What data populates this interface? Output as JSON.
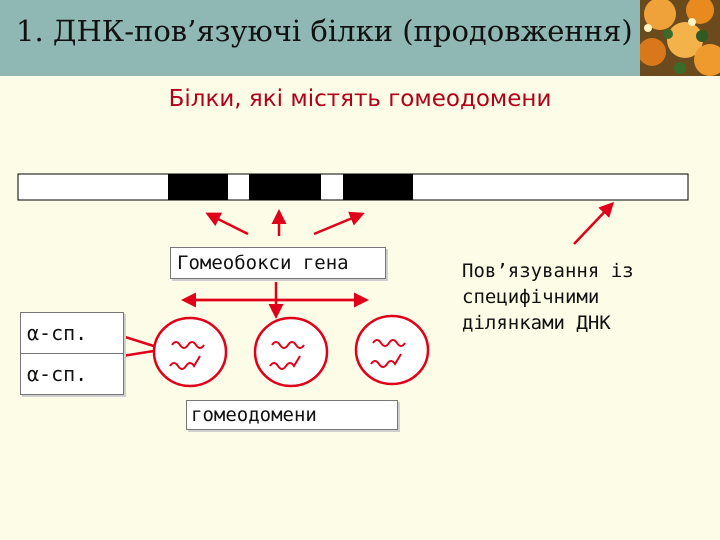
{
  "slide": {
    "title": "1. ДНК-пов’язуючі білки (продовження)",
    "subtitle": "Білки, які містять гомеодомени"
  },
  "labels": {
    "homeobox": "Гомеобокси гена",
    "homeodomains": "гомеодомени",
    "alpha_1": "α-сп.",
    "alpha_2": "α-сп.",
    "binding_lines": [
      "Пов’язування із",
      "специфічними",
      "ділянками ДНК"
    ]
  },
  "colors": {
    "title_bar": "#8fb8b4",
    "background": "#fdfce6",
    "subtitle": "#b3001a",
    "arrows": "#e0001a",
    "homeobox_blocks": "#000000"
  }
}
